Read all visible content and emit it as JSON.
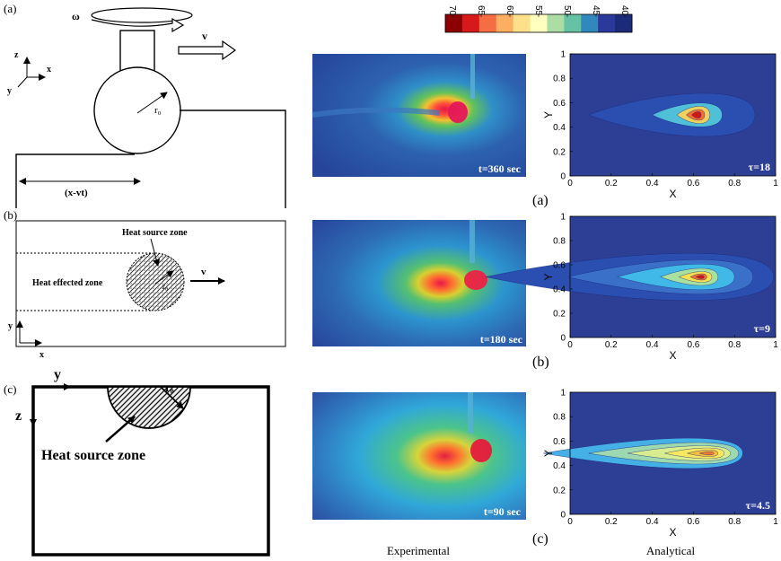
{
  "colorbar": {
    "ticks": [
      "70",
      "65",
      "60",
      "55",
      "50",
      "45",
      "40"
    ],
    "colors": [
      "#8b0000",
      "#d7191c",
      "#f46d43",
      "#fdae61",
      "#fee08b",
      "#ffffbf",
      "#abdda4",
      "#66c2a5",
      "#3288bd",
      "#2b3a9a",
      "#1c2a7a"
    ]
  },
  "panel_a": {
    "label": "(a)",
    "omega": "ω",
    "v": "v",
    "r0": "r₀",
    "axes": {
      "z": "z",
      "x": "x",
      "y": "y"
    },
    "dimension": "(x-vt)"
  },
  "panel_b": {
    "label": "(b)",
    "heat_source": "Heat source zone",
    "heat_effected": "Heat effected zone",
    "v": "v",
    "r0": "r₀",
    "axes": {
      "y": "y",
      "x": "x"
    }
  },
  "panel_c": {
    "label": "(c)",
    "y": "y",
    "z": "z",
    "r0": "r₀",
    "heat_source": "Heat source zone"
  },
  "experimental": {
    "caption": "Experimental",
    "images": [
      {
        "time_label": "t=360 sec"
      },
      {
        "time_label": "t=180 sec"
      },
      {
        "time_label": "t=90 sec"
      }
    ]
  },
  "analytical": {
    "caption": "Analytical",
    "xlabel": "X",
    "ylabel": "Y",
    "xticks": [
      "0",
      "0.2",
      "0.4",
      "0.6",
      "0.8",
      "1"
    ],
    "yticks": [
      "0",
      "0.2",
      "0.4",
      "0.6",
      "0.8",
      "1"
    ],
    "plots": [
      {
        "tau_label": "τ=18",
        "sub_label": "(a)"
      },
      {
        "tau_label": "τ=9",
        "sub_label": "(b)"
      },
      {
        "tau_label": "τ=4.5",
        "sub_label": "(c)"
      }
    ]
  }
}
